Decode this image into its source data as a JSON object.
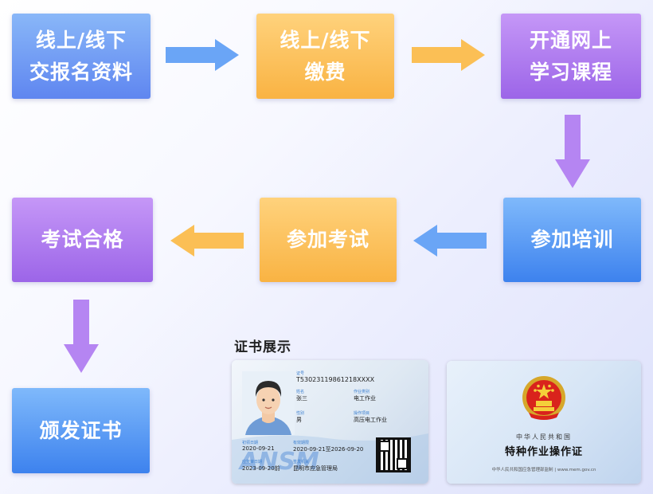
{
  "steps": [
    {
      "label": "线上/线下\n交报名资料",
      "color": "blue"
    },
    {
      "label": "线上/线下\n缴费",
      "color": "orange"
    },
    {
      "label": "开通网上\n学习课程",
      "color": "purple"
    },
    {
      "label": "参加培训",
      "color": "blue"
    },
    {
      "label": "参加考试",
      "color": "orange"
    },
    {
      "label": "考试合格",
      "color": "purple"
    },
    {
      "label": "颁发证书",
      "color": "blue"
    }
  ],
  "colors": {
    "blue": "#5f86f0",
    "orange": "#f9b343",
    "purple": "#9c65e8",
    "arrow_blue": "#6aa5f6",
    "arrow_orange": "#fbbf55",
    "arrow_purple": "#b585f2"
  },
  "certificate_section": {
    "title": "证书展示",
    "front": {
      "id_label": "证号",
      "id_value": "T53023119861218XXXX",
      "name_label": "姓名",
      "name_value": "张三",
      "category_label": "作业类别",
      "category_value": "电工作业",
      "gender_label": "性别",
      "gender_value": "男",
      "project_label": "操作项目",
      "project_value": "高压电工作业",
      "first_issue_label": "初领日期",
      "first_issue_value": "2020-09-21",
      "valid_label": "有效期限",
      "valid_value": "2020-09-21至2026-09-20",
      "review_label": "应复审日期",
      "review_value": "2023-09-20前",
      "authority_label": "签发机关",
      "authority_value": "昆明市应急管理局",
      "avatar_icon": "person-avatar-icon",
      "qr_icon": "qr-code-icon"
    },
    "back": {
      "emblem_icon": "national-emblem-icon",
      "country": "中华人民共和国",
      "title": "特种作业操作证",
      "footer": "中华人民共和国应急管理部监制 | www.mem.gov.cn"
    }
  }
}
